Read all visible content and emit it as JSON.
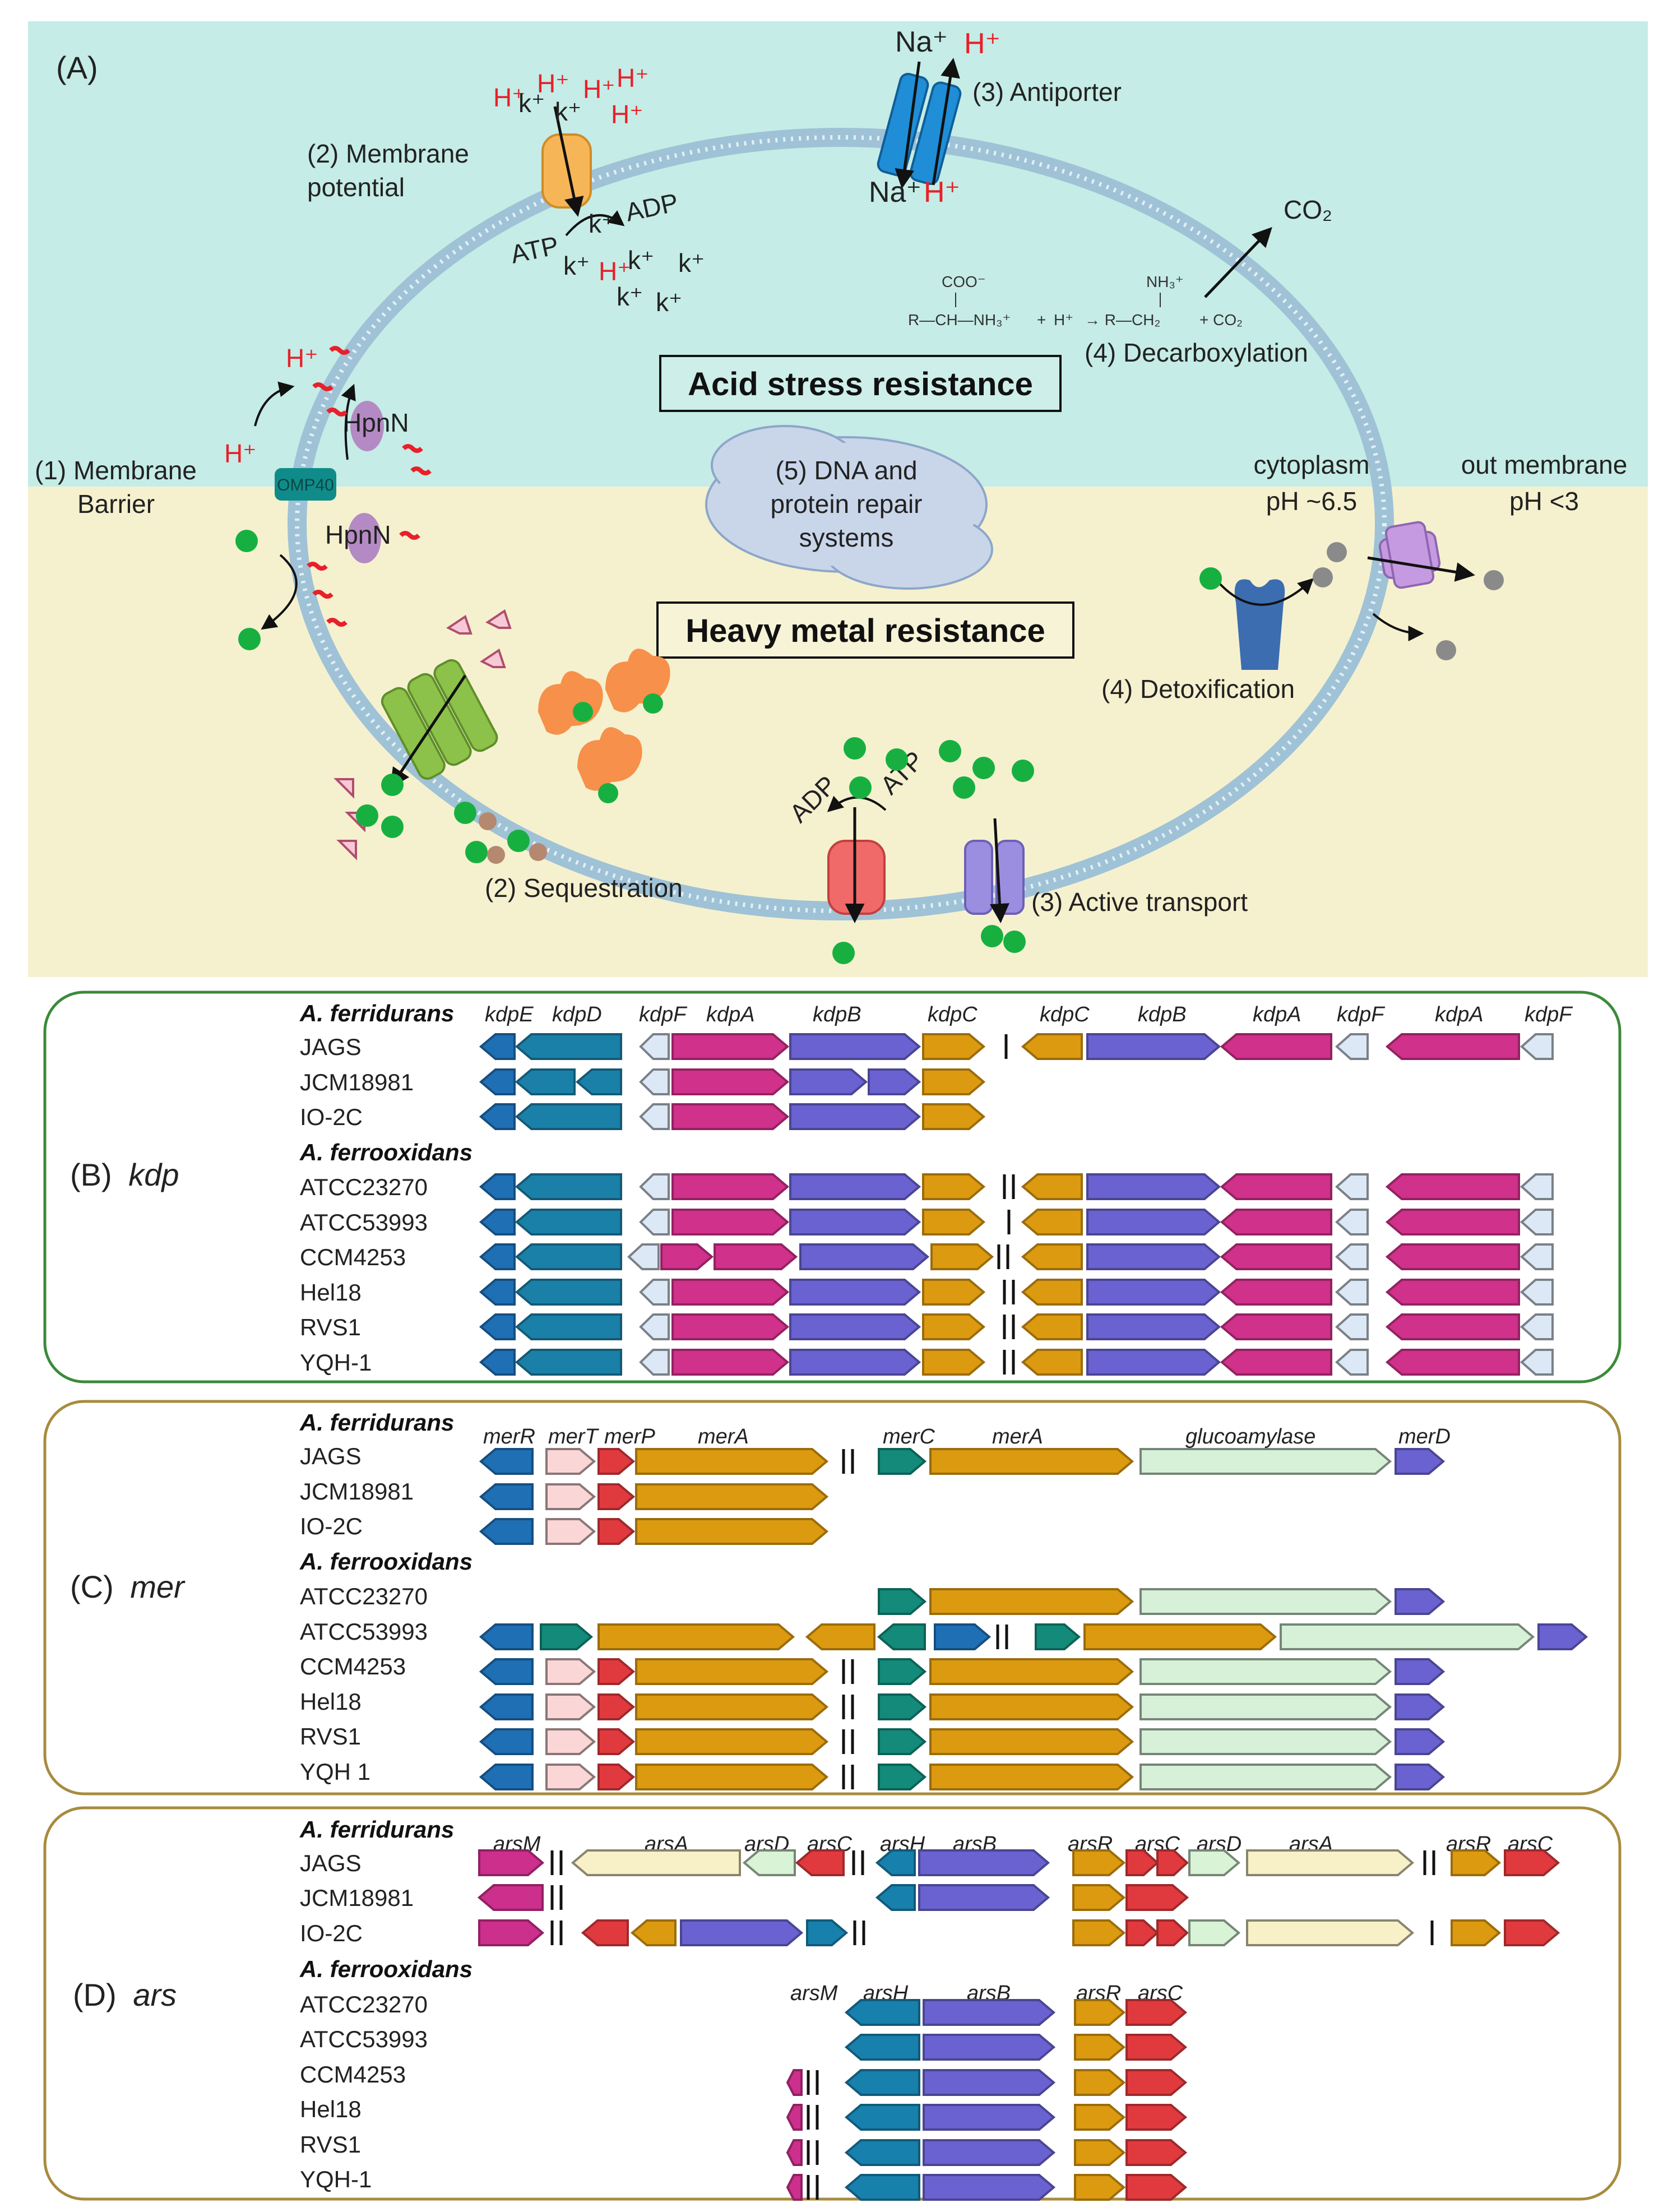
{
  "colors": {
    "top_bg": "#c5ece6",
    "bottom_bg": "#f5f1cf",
    "membrane": "#a7c8dc",
    "kdpE": "#1f6fb5",
    "kdpD": "#1b80a8",
    "kdpF": "#dce8f6",
    "kdpA": "#d0318a",
    "kdpB": "#6a62d0",
    "kdpC": "#dc9a10",
    "merR": "#1f6fb5",
    "merT": "#fbd6d6",
    "merP": "#e03a3e",
    "merA": "#dc9a10",
    "merC": "#138a7a",
    "glucoamylase": "#d6f1d8",
    "merD": "#6a62d0",
    "arsM": "#cc2f8c",
    "arsA": "#f8f1c8",
    "arsD": "#d8f3d6",
    "arsC": "#e03a3e",
    "arsH": "#1880ad",
    "arsB": "#6a62d0",
    "arsR": "#dc9a10",
    "metal": "#17b040",
    "h_ion": "#e8202a",
    "frame_green": "#3b8a3a",
    "frame_brown": "#a78b3e"
  },
  "panelA": {
    "label": "(A)",
    "membrane_barrier_1": "(1) Membrane",
    "membrane_barrier_2": "Barrier",
    "membrane_potential_1": "(2) Membrane",
    "membrane_potential_2": "potential",
    "antiporter": "(3) Antiporter",
    "decarboxylation": "(4) Decarboxylation",
    "acid_box": "Acid stress resistance",
    "heavy_box": "Heavy metal resistance",
    "dna_1": "(5) DNA and",
    "dna_2": "protein repair",
    "dna_3": "systems",
    "cytoplasm_1": "cytoplasm",
    "cytoplasm_2": "pH ~6.5",
    "out_1": "out membrane",
    "out_2": "pH <3",
    "detox": "(4) Detoxification",
    "sequestration": "(2) Sequestration",
    "active_transport": "(3) Active transport",
    "omp": "OMP40",
    "hpnn": "HpnN",
    "na": "Na⁺",
    "h": "H⁺",
    "k": "k⁺",
    "atp": "ATP",
    "adp": "ADP",
    "co2": "CO₂",
    "coo": "COO⁻",
    "nh3": "NH₃⁺",
    "reaction_left": "R—CH—NH₃⁺",
    "reaction_plus": "+",
    "reaction_arrow": "→ R—CH₂",
    "reaction_co2": "+ CO₂"
  },
  "panelB": {
    "label": "(B)",
    "label_gene": "kdp",
    "species1": "A. ferridurans",
    "species2": "A. ferrooxidans",
    "strains1": [
      "JAGS",
      "JCM18981",
      "IO-2C"
    ],
    "strains2": [
      "ATCC23270",
      "ATCC53993",
      "CCM4253",
      "Hel18",
      "RVS1",
      "YQH-1"
    ],
    "gene_labels": [
      "kdpE",
      "kdpD",
      "kdpF",
      "kdpA",
      "kdpB",
      "kdpC",
      "kdpC",
      "kdpB",
      "kdpA",
      "kdpF",
      "kdpA",
      "kdpF"
    ]
  },
  "panelC": {
    "label": "(C)",
    "label_gene": "mer",
    "species1": "A. ferridurans",
    "species2": "A. ferrooxidans",
    "strains1": [
      "JAGS",
      "JCM18981",
      "IO-2C"
    ],
    "strains2": [
      "ATCC23270",
      "ATCC53993",
      "CCM4253",
      "Hel18",
      "RVS1",
      "YQH 1"
    ],
    "gene_labels": [
      "merR",
      "merT",
      "merP",
      "merA",
      "merC",
      "merA",
      "glucoamylase",
      "merD"
    ]
  },
  "panelD": {
    "label": "(D)",
    "label_gene": "ars",
    "species1": "A. ferridurans",
    "species2": "A. ferrooxidans",
    "strains1": [
      "JAGS",
      "JCM18981",
      "IO-2C"
    ],
    "strains2": [
      "ATCC23270",
      "ATCC53993",
      "CCM4253",
      "Hel18",
      "RVS1",
      "YQH-1"
    ],
    "gene_labels_1": [
      "arsM",
      "arsA",
      "arsD",
      "arsC",
      "arsH",
      "arsB",
      "arsR",
      "arsC",
      "arsD",
      "arsA",
      "arsR",
      "arsC"
    ],
    "gene_labels_2": [
      "arsM",
      "arsH",
      "arsB",
      "arsR",
      "arsC"
    ]
  }
}
